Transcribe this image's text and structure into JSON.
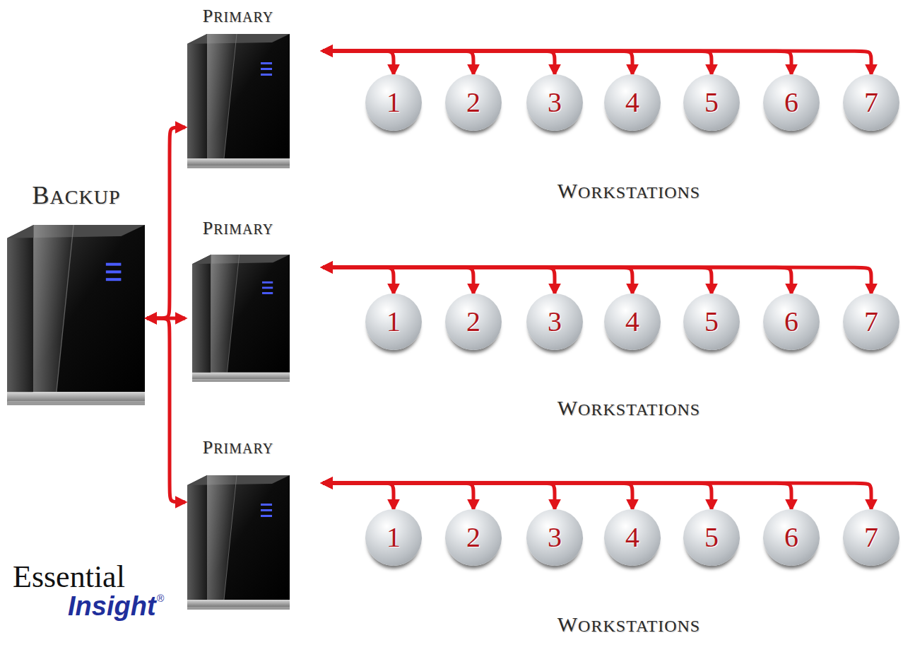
{
  "diagram": {
    "nodes": [
      {
        "text": [
          "BACKUP"
        ]
      },
      {
        "text": [
          "PRIMARY"
        ]
      },
      {
        "text": [
          "1"
        ]
      },
      {
        "text": [
          "2"
        ]
      },
      {
        "text": [
          "3"
        ]
      },
      {
        "text": [
          "4"
        ]
      },
      {
        "text": [
          "5"
        ]
      },
      {
        "text": [
          "6"
        ]
      },
      {
        "text": [
          "7"
        ]
      },
      {
        "text": [
          "PRIMARY"
        ]
      },
      {
        "text": [
          "1"
        ]
      },
      {
        "text": [
          "2"
        ]
      },
      {
        "text": [
          "3"
        ]
      },
      {
        "text": [
          "4"
        ]
      },
      {
        "text": [
          "5"
        ]
      },
      {
        "text": [
          "6"
        ]
      },
      {
        "text": [
          "7"
        ]
      },
      {
        "text": [
          "PRIMARY"
        ]
      },
      {
        "text": [
          "1"
        ]
      },
      {
        "text": [
          "2"
        ]
      },
      {
        "text": [
          "3"
        ]
      },
      {
        "text": [
          "4"
        ]
      },
      {
        "text": [
          "5"
        ]
      },
      {
        "text": [
          "6"
        ]
      },
      {
        "text": [
          "7"
        ]
      }
    ],
    "edges": [
      {
        "from": 0,
        "to": 1,
        "arrow": "both"
      },
      {
        "from": 0,
        "to": 9,
        "arrow": "both"
      },
      {
        "from": 0,
        "to": 17,
        "arrow": "both"
      },
      {
        "from": 1,
        "to": 2,
        "arrow": "both"
      },
      {
        "from": 1,
        "to": 3,
        "arrow": "both"
      },
      {
        "from": 1,
        "to": 4,
        "arrow": "both"
      },
      {
        "from": 1,
        "to": 5,
        "arrow": "both"
      },
      {
        "from": 1,
        "to": 6,
        "arrow": "both"
      },
      {
        "from": 1,
        "to": 7,
        "arrow": "both"
      },
      {
        "from": 1,
        "to": 8,
        "arrow": "both"
      },
      {
        "from": 9,
        "to": 10,
        "arrow": "both"
      },
      {
        "from": 9,
        "to": 11,
        "arrow": "both"
      },
      {
        "from": 9,
        "to": 12,
        "arrow": "both"
      },
      {
        "from": 9,
        "to": 13,
        "arrow": "both"
      },
      {
        "from": 9,
        "to": 14,
        "arrow": "both"
      },
      {
        "from": 9,
        "to": 15,
        "arrow": "both"
      },
      {
        "from": 9,
        "to": 16,
        "arrow": "both"
      },
      {
        "from": 17,
        "to": 18,
        "arrow": "both"
      },
      {
        "from": 17,
        "to": 19,
        "arrow": "both"
      },
      {
        "from": 17,
        "to": 20,
        "arrow": "both"
      },
      {
        "from": 17,
        "to": 21,
        "arrow": "both"
      },
      {
        "from": 17,
        "to": 22,
        "arrow": "both"
      },
      {
        "from": 17,
        "to": 23,
        "arrow": "both"
      },
      {
        "from": 17,
        "to": 24,
        "arrow": "both"
      }
    ],
    "labels": [
      "WORKSTATIONS",
      "WORKSTATIONS",
      "WORKSTATIONS",
      "Essential",
      "Insight",
      "®"
    ]
  }
}
